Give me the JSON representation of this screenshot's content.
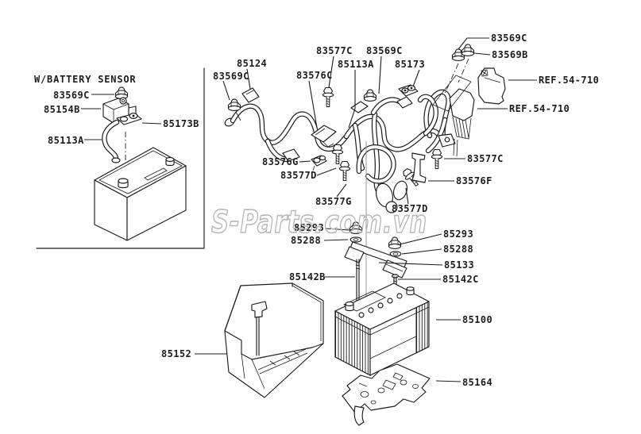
{
  "colors": {
    "line": "#1c1c1c",
    "background": "#ffffff",
    "watermark": "#b7b7b7",
    "guide_line": "#979797"
  },
  "watermark": {
    "text": "S-Parts.com.vn"
  },
  "inset": {
    "title": "W/BATTERY SENSOR",
    "labels": [
      {
        "text": "83569C"
      },
      {
        "text": "85154B"
      },
      {
        "text": "85173B"
      },
      {
        "text": "85113A"
      }
    ]
  },
  "callouts": [
    {
      "text": "83569C"
    },
    {
      "text": "85124"
    },
    {
      "text": "83576C"
    },
    {
      "text": "83577C"
    },
    {
      "text": "85113A"
    },
    {
      "text": "83569C"
    },
    {
      "text": "85173"
    },
    {
      "text": "83569C"
    },
    {
      "text": "83569B"
    },
    {
      "text": "REF.54-710"
    },
    {
      "text": "REF.54-710"
    },
    {
      "text": "83577C"
    },
    {
      "text": "83576F"
    },
    {
      "text": "83576G"
    },
    {
      "text": "83577D"
    },
    {
      "text": "83577G"
    },
    {
      "text": "83577D"
    },
    {
      "text": "85293"
    },
    {
      "text": "85288"
    },
    {
      "text": "85293"
    },
    {
      "text": "85288"
    },
    {
      "text": "85133"
    },
    {
      "text": "85142B"
    },
    {
      "text": "85142C"
    },
    {
      "text": "85100"
    },
    {
      "text": "85152"
    },
    {
      "text": "85164"
    }
  ]
}
